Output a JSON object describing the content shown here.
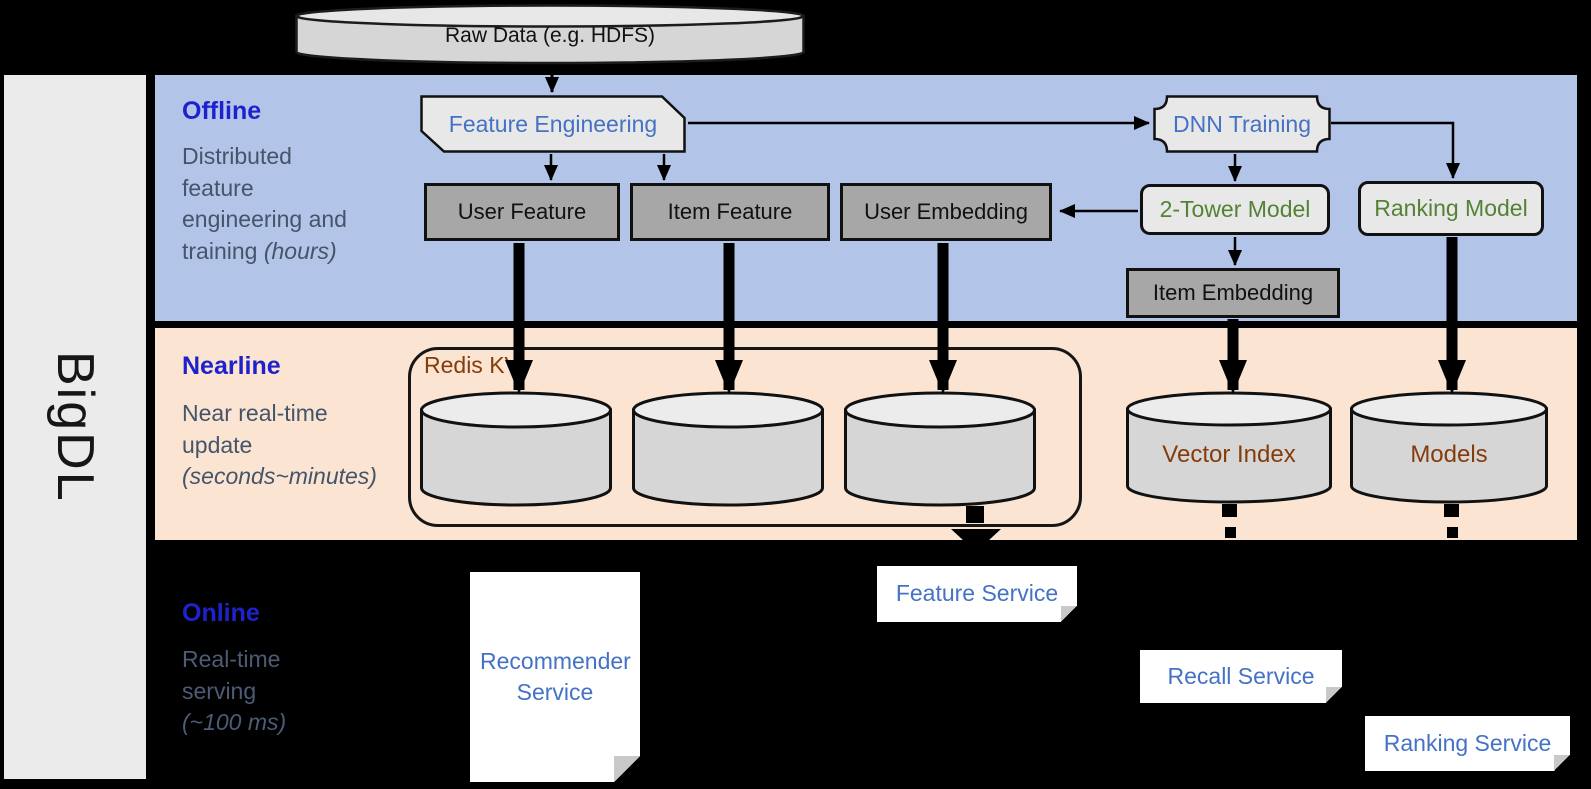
{
  "brand": {
    "label": "BigDL"
  },
  "raw_data": {
    "label": "Raw Data (e.g. HDFS)"
  },
  "lanes": {
    "offline": {
      "title": "Offline",
      "lines": [
        "Distributed",
        "feature",
        "engineering and",
        "training"
      ],
      "note": "(hours)"
    },
    "nearline": {
      "title": "Nearline",
      "lines": [
        "Near real-time",
        "update"
      ],
      "note": "(seconds~minutes)"
    },
    "online": {
      "title": "Online",
      "lines": [
        "Real-time",
        "serving"
      ],
      "note": "(~100 ms)"
    }
  },
  "offline_nodes": {
    "feature_engineering": "Feature Engineering",
    "dnn_training": "DNN Training",
    "user_feature": "User Feature",
    "item_feature": "Item Feature",
    "user_embedding": "User Embedding",
    "two_tower_model": "2-Tower Model",
    "ranking_model": "Ranking Model",
    "item_embedding": "Item Embedding"
  },
  "nearline_nodes": {
    "redis_kv": "Redis KV",
    "vector_index": "Vector Index",
    "models": "Models"
  },
  "online_nodes": {
    "recommender_service": "Recommender Service",
    "feature_service": "Feature Service",
    "recall_service": "Recall Service",
    "ranking_service": "Ranking Service"
  },
  "colors": {
    "background": "#000000",
    "offline_band": "#b2c5e8",
    "nearline_band": "#fbe5d2",
    "brand_bar": "#ebebeb",
    "lane_title_blue": "#1e22cc",
    "lane_text": "#44546a",
    "node_blue_text": "#4472c4",
    "node_green_text": "#548235",
    "node_brown_text": "#843c0c",
    "gray_box_fill": "#a7a7a7",
    "light_box_fill": "#e9e8e8",
    "cylinder_fill": "#d6d6d6",
    "service_card": "#ffffff"
  }
}
